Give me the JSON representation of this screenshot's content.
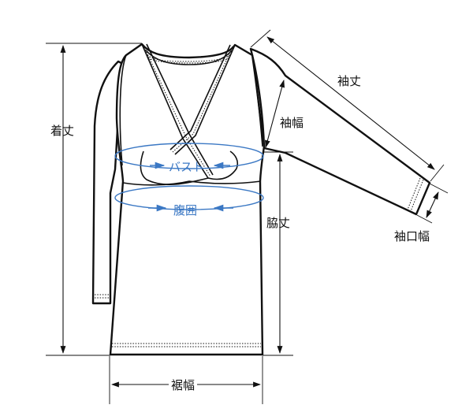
{
  "measurements": {
    "length": "着丈",
    "sleeve_length": "袖丈",
    "sleeve_width": "袖幅",
    "cuff_width": "袖口幅",
    "side_length": "脇丈",
    "hem_width": "裾幅",
    "bust": "バスト",
    "waist": "腹囲"
  },
  "colors": {
    "line": "#111111",
    "circumference": "#3b78c4",
    "background": "#ffffff"
  }
}
